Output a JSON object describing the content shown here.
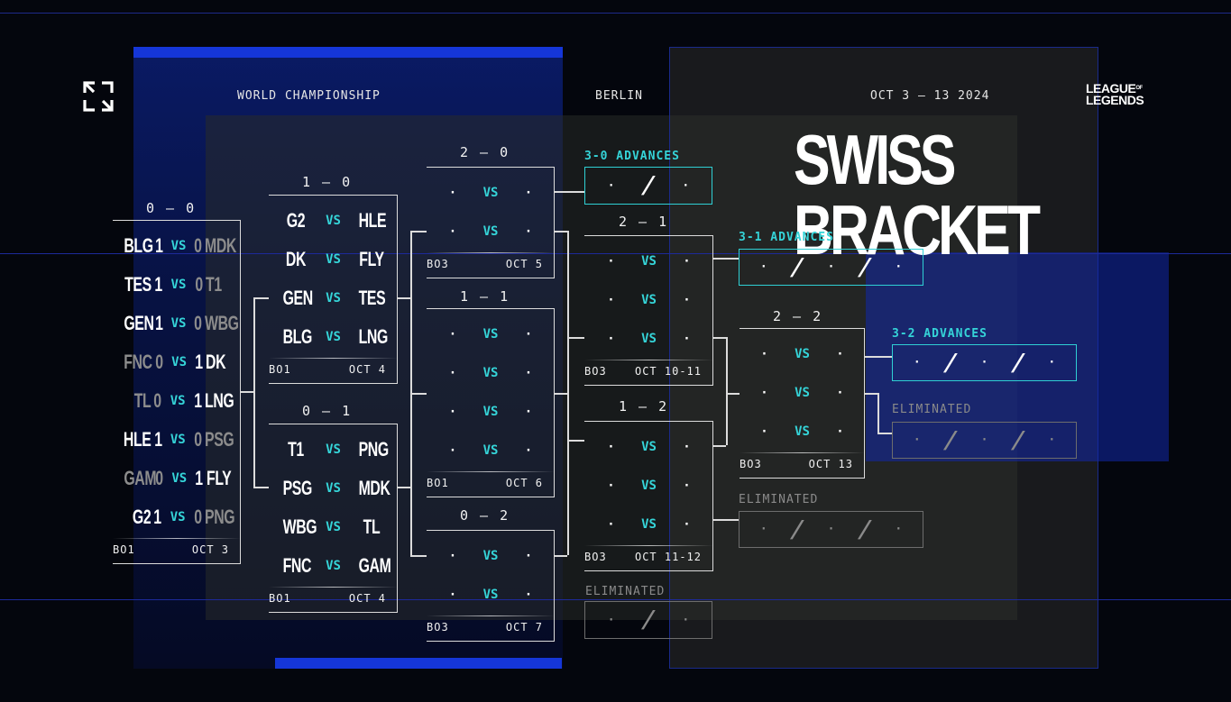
{
  "header": {
    "event": "WORLD CHAMPIONSHIP",
    "city": "BERLIN",
    "dates": "OCT 3 – 13 2024",
    "logo_line1": "LEAGUE",
    "logo_of": "OF",
    "logo_line2": "LEGENDS",
    "title": "SWISS BRACKET"
  },
  "icons": {
    "expand": "expand-icon"
  },
  "rounds": {
    "r00": {
      "record": "0 – 0",
      "format": "BO1",
      "date": "OCT 3",
      "matches": [
        {
          "t1": "BLG",
          "s1": "1",
          "t2": "MDK",
          "s2": "0",
          "w": 1
        },
        {
          "t1": "TES",
          "s1": "1",
          "t2": "T1",
          "s2": "0",
          "w": 1
        },
        {
          "t1": "GEN",
          "s1": "1",
          "t2": "WBG",
          "s2": "0",
          "w": 1
        },
        {
          "t1": "FNC",
          "s1": "0",
          "t2": "DK",
          "s2": "1",
          "w": 2
        },
        {
          "t1": "TL",
          "s1": "0",
          "t2": "LNG",
          "s2": "1",
          "w": 2
        },
        {
          "t1": "HLE",
          "s1": "1",
          "t2": "PSG",
          "s2": "0",
          "w": 1
        },
        {
          "t1": "GAM",
          "s1": "0",
          "t2": "FLY",
          "s2": "1",
          "w": 2
        },
        {
          "t1": "G2",
          "s1": "1",
          "t2": "PNG",
          "s2": "0",
          "w": 1
        }
      ]
    },
    "r10": {
      "record": "1 – 0",
      "format": "BO1",
      "date": "OCT 4",
      "matches": [
        {
          "t1": "G2",
          "t2": "HLE"
        },
        {
          "t1": "DK",
          "t2": "FLY"
        },
        {
          "t1": "GEN",
          "t2": "TES"
        },
        {
          "t1": "BLG",
          "t2": "LNG"
        }
      ]
    },
    "r01": {
      "record": "0 – 1",
      "format": "BO1",
      "date": "OCT 4",
      "matches": [
        {
          "t1": "T1",
          "t2": "PNG"
        },
        {
          "t1": "PSG",
          "t2": "MDK"
        },
        {
          "t1": "WBG",
          "t2": "TL"
        },
        {
          "t1": "FNC",
          "t2": "GAM"
        }
      ]
    },
    "r20": {
      "record": "2 – 0",
      "format": "BO3",
      "date": "OCT 5",
      "count": 2
    },
    "r11": {
      "record": "1 – 1",
      "format": "BO1",
      "date": "OCT 6",
      "count": 4
    },
    "r02": {
      "record": "0 – 2",
      "format": "BO3",
      "date": "OCT 7",
      "count": 2
    },
    "r21": {
      "record": "2 – 1",
      "format": "BO3",
      "date": "OCT 10-11",
      "count": 3
    },
    "r12": {
      "record": "1 – 2",
      "format": "BO3",
      "date": "OCT 11-12",
      "count": 3
    },
    "r22": {
      "record": "2 – 2",
      "format": "BO3",
      "date": "OCT 13",
      "count": 3
    }
  },
  "outcomes": {
    "adv30": "3-0 ADVANCES",
    "adv31": "3-1 ADVANCES",
    "adv32": "3-2 ADVANCES",
    "elim03": "ELIMINATED",
    "elim13": "ELIMINATED",
    "elim23": "ELIMINATED"
  },
  "placeholder": "·",
  "vs": "VS",
  "colors": {
    "accent": "#35d4d8",
    "background": "#04060d",
    "line": "#dcdcdc",
    "eliminated": "#8a8a8a"
  }
}
